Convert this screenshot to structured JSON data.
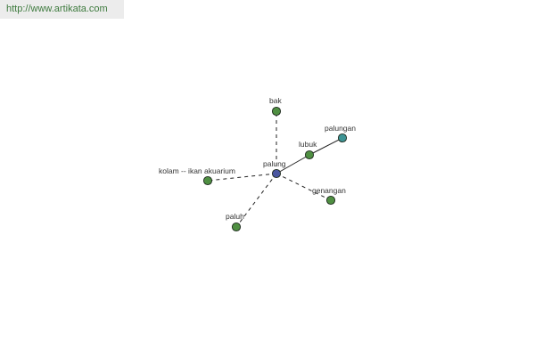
{
  "watermark": {
    "url": "http://www.artikata.com"
  },
  "colors": {
    "center_node": "#4a56a0",
    "leaf_node": "#4f8f42",
    "secondary_node": "#3d9494",
    "edge": "#222222",
    "label": "#333333",
    "watermark_bg": "#ececec",
    "watermark_text": "#3d7a3d"
  },
  "graph": {
    "center": {
      "id": "palung",
      "label": "palung"
    },
    "nodes": [
      {
        "id": "bak",
        "label": "bak",
        "kind": "leaf"
      },
      {
        "id": "lubuk",
        "label": "lubuk",
        "kind": "leaf"
      },
      {
        "id": "palungan",
        "label": "palungan",
        "kind": "secondary"
      },
      {
        "id": "kolam",
        "label": "kolam -- ikan akuarium",
        "kind": "leaf"
      },
      {
        "id": "genangan",
        "label": "genangan",
        "kind": "leaf"
      },
      {
        "id": "paluh",
        "label": "paluh",
        "kind": "leaf"
      }
    ],
    "edges": [
      {
        "from": "palung",
        "to": "bak",
        "style": "dashed"
      },
      {
        "from": "palung",
        "to": "lubuk",
        "style": "solid"
      },
      {
        "from": "lubuk",
        "to": "palungan",
        "style": "solid"
      },
      {
        "from": "palung",
        "to": "kolam",
        "style": "dashed"
      },
      {
        "from": "palung",
        "to": "genangan",
        "style": "dashed"
      },
      {
        "from": "palung",
        "to": "paluh",
        "style": "dashed"
      }
    ]
  }
}
